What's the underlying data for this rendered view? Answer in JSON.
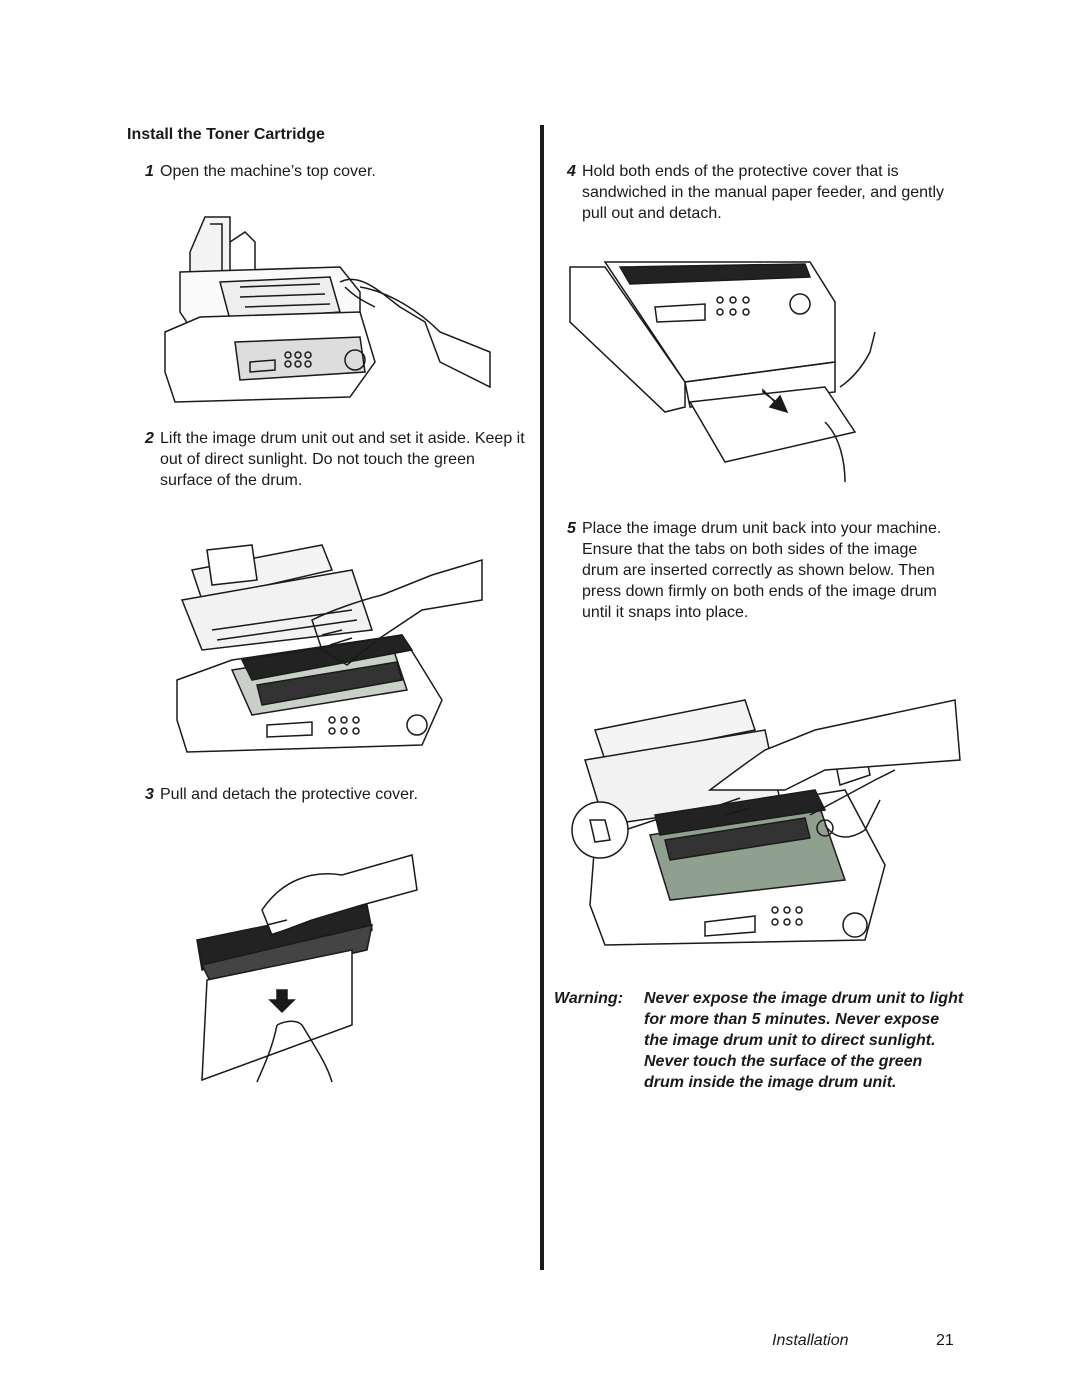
{
  "heading": "Install the Toner Cartridge",
  "steps": [
    {
      "num": "1",
      "text": "Open the machine’s top cover."
    },
    {
      "num": "2",
      "text": "Lift the image drum unit out and set it aside. Keep it out of direct sunlight. Do not touch the green surface of the drum."
    },
    {
      "num": "3",
      "text": "Pull and detach the protective cover."
    },
    {
      "num": "4",
      "text": "Hold both ends of the protective cover that is sandwiched in the manual paper feeder, and gently pull out and detach."
    },
    {
      "num": "5",
      "text": "Place the image drum unit back into your machine.  Ensure that the tabs on both sides of the image drum are inserted correctly as shown below.  Then press down firmly on both ends of the image drum until it snaps into place."
    }
  ],
  "warning": {
    "label": "Warning:",
    "text": "Never expose the image drum unit to light for more than 5 minutes. Never expose the image drum unit to direct sunlight. Never touch the surface of the green drum inside the image drum unit."
  },
  "footer": {
    "section": "Installation",
    "page": "21"
  },
  "colors": {
    "drum_green": "#8fa08f",
    "ink": "#1a1a1a"
  },
  "icons": [
    "fax-machine-open-cover-illustration",
    "lift-drum-illustration",
    "protective-cover-illustration",
    "pull-paper-illustration",
    "insert-drum-illustration"
  ]
}
